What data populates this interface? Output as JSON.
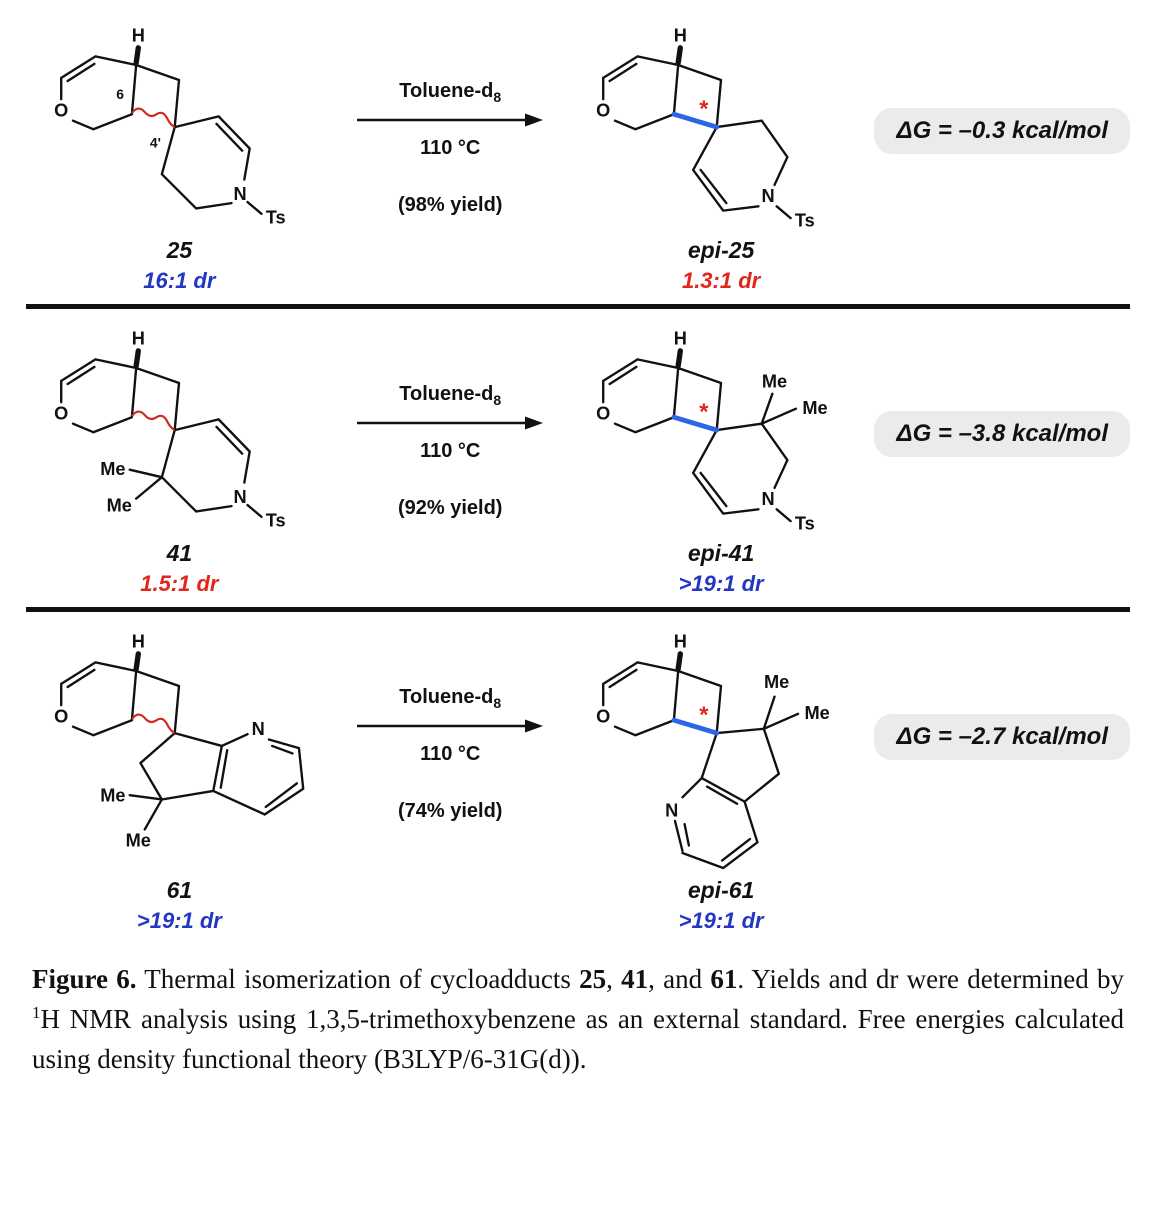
{
  "colors": {
    "blue_text": "#2336c4",
    "red_text": "#e0271a",
    "new_bond_blue": "#2e64e8",
    "wavy_bond_red": "#cc2a1e",
    "dg_box_bg": "#ebebeb"
  },
  "atom_labels": {
    "H": "H",
    "O": "O",
    "N": "N",
    "Ts": "Ts",
    "Me": "Me",
    "pos6": "6",
    "pos4p": "4'",
    "asterisk": "*"
  },
  "rows": [
    {
      "reactant": {
        "name": "25",
        "dr": "16:1 dr",
        "dr_class": "dr-blue"
      },
      "conditions": {
        "solvent_main": "Toluene-d",
        "solvent_sub": "8",
        "temperature": "110 °C",
        "yield": "(98% yield)"
      },
      "product": {
        "name": "epi-25",
        "dr": "1.3:1 dr",
        "dr_class": "dr-red"
      },
      "free_energy": "ΔG = –0.3 kcal/mol"
    },
    {
      "reactant": {
        "name": "41",
        "dr": "1.5:1 dr",
        "dr_class": "dr-red"
      },
      "conditions": {
        "solvent_main": "Toluene-d",
        "solvent_sub": "8",
        "temperature": "110 °C",
        "yield": "(92% yield)"
      },
      "product": {
        "name": "epi-41",
        "dr": ">19:1 dr",
        "dr_class": "dr-blue"
      },
      "free_energy": "ΔG = –3.8 kcal/mol"
    },
    {
      "reactant": {
        "name": "61",
        "dr": ">19:1 dr",
        "dr_class": "dr-blue"
      },
      "conditions": {
        "solvent_main": "Toluene-d",
        "solvent_sub": "8",
        "temperature": "110 °C",
        "yield": "(74% yield)"
      },
      "product": {
        "name": "epi-61",
        "dr": ">19:1 dr",
        "dr_class": "dr-blue"
      },
      "free_energy": "ΔG = –2.7 kcal/mol"
    }
  ],
  "caption": {
    "figure_label": "Figure 6.",
    "text_1": " Thermal isomerization of cycloadducts ",
    "compound_1": "25",
    "text_2": ", ",
    "compound_2": "41",
    "text_3": ", and ",
    "compound_3": "61",
    "text_4": ". Yields and dr were determined by ",
    "superscript_1": "1",
    "text_5": "H NMR analysis using 1,3,5-trimethoxybenzene as an external standard. Free energies calculated using density functional theory (B3LYP/6-31G(d))."
  }
}
